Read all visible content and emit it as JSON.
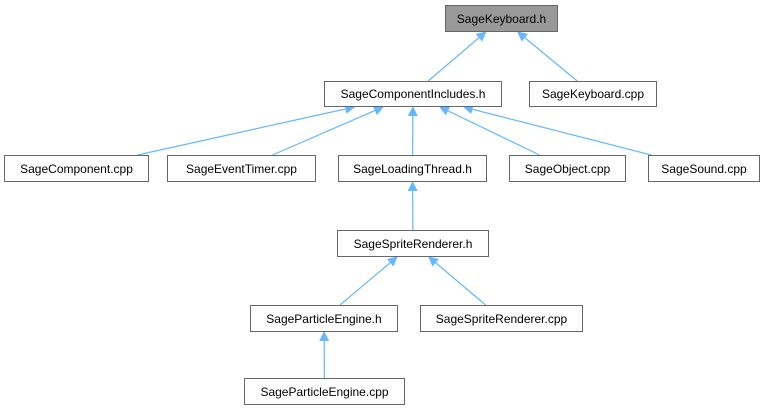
{
  "graph": {
    "edge_color": "#63b8ff",
    "nodes": [
      {
        "id": "n0",
        "label": "SageKeyboard.h",
        "root": true
      },
      {
        "id": "n1",
        "label": "SageComponentIncludes.h"
      },
      {
        "id": "n2",
        "label": "SageKeyboard.cpp"
      },
      {
        "id": "n3",
        "label": "SageComponent.cpp"
      },
      {
        "id": "n4",
        "label": "SageEventTimer.cpp"
      },
      {
        "id": "n5",
        "label": "SageLoadingThread.h"
      },
      {
        "id": "n6",
        "label": "SageObject.cpp"
      },
      {
        "id": "n7",
        "label": "SageSound.cpp"
      },
      {
        "id": "n8",
        "label": "SageSpriteRenderer.h"
      },
      {
        "id": "n9",
        "label": "SageParticleEngine.h"
      },
      {
        "id": "n10",
        "label": "SageSpriteRenderer.cpp"
      },
      {
        "id": "n11",
        "label": "SageParticleEngine.cpp"
      }
    ],
    "edges": [
      {
        "from": "n1",
        "to": "n0"
      },
      {
        "from": "n2",
        "to": "n0"
      },
      {
        "from": "n3",
        "to": "n1"
      },
      {
        "from": "n4",
        "to": "n1"
      },
      {
        "from": "n5",
        "to": "n1"
      },
      {
        "from": "n6",
        "to": "n1"
      },
      {
        "from": "n7",
        "to": "n1"
      },
      {
        "from": "n8",
        "to": "n5"
      },
      {
        "from": "n9",
        "to": "n8"
      },
      {
        "from": "n10",
        "to": "n8"
      },
      {
        "from": "n11",
        "to": "n9"
      }
    ]
  }
}
